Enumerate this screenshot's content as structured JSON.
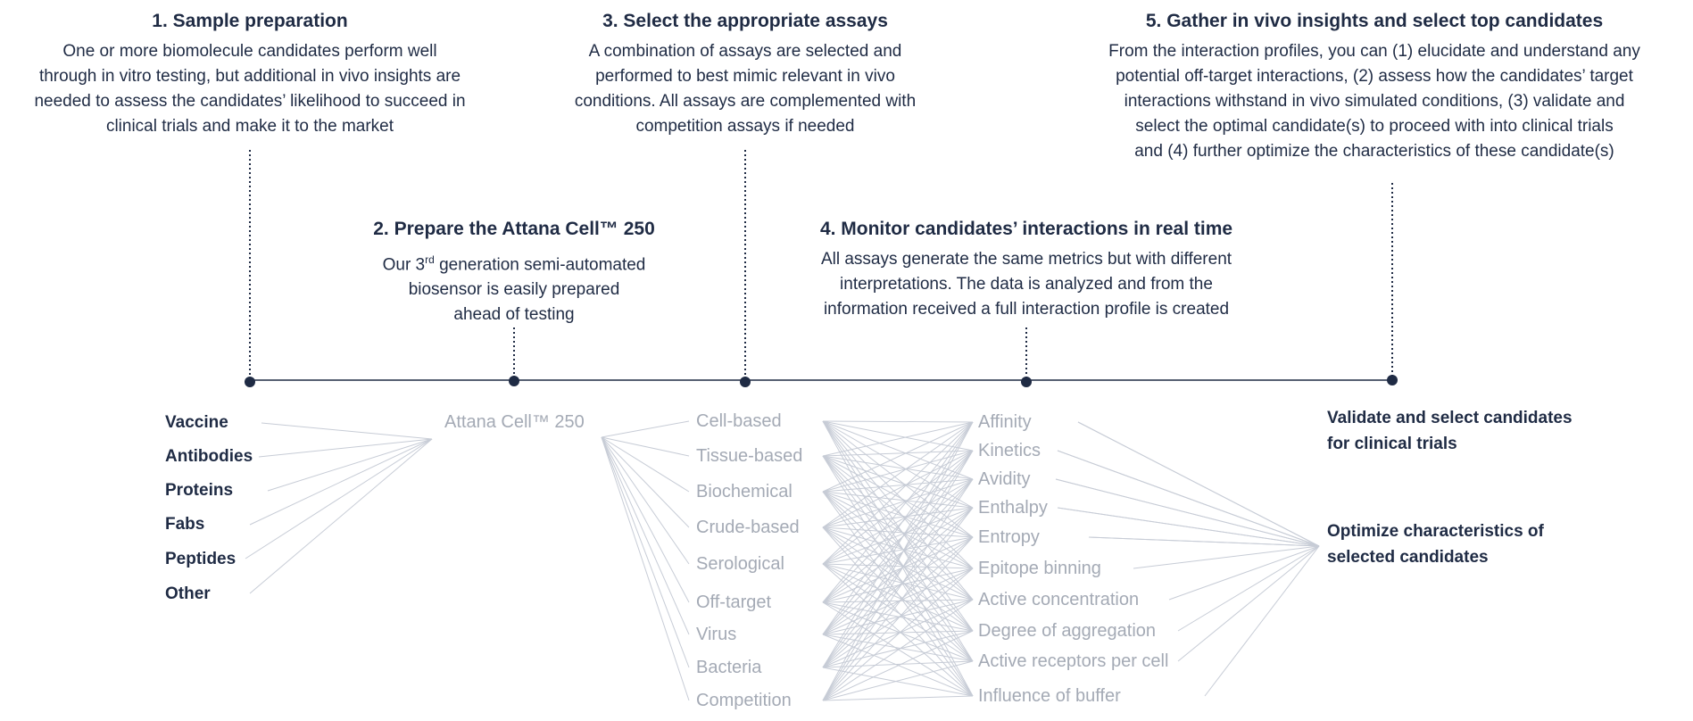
{
  "steps": [
    {
      "title": "1. Sample preparation",
      "lines": [
        "One or more biomolecule candidates perform well",
        "through in vitro testing, but additional in vivo insights are",
        "needed to assess the candidates’ likelihood to succeed in",
        "clinical trials and make it to the market"
      ]
    },
    {
      "title": "2. Prepare the Attana Cell™ 250",
      "line1_pre": "Our 3",
      "line1_sup": "rd",
      "line1_post": " generation semi-automated",
      "lines": [
        "biosensor is easily prepared",
        "ahead of testing"
      ]
    },
    {
      "title": "3. Select the appropriate assays",
      "lines": [
        "A combination of assays are selected and",
        "performed to best mimic relevant in vivo",
        "conditions. All assays are complemented with",
        "competition assays if needed"
      ]
    },
    {
      "title": "4. Monitor candidates’ interactions in real time",
      "lines": [
        "All assays generate the same metrics but with different",
        "interpretations. The data is analyzed and from the",
        "information received a full interaction profile is created"
      ]
    },
    {
      "title": "5. Gather in vivo insights and select top candidates",
      "lines": [
        "From the interaction profiles, you can (1) elucidate and understand any",
        "potential off-target interactions, (2) assess how the candidates’ target",
        "interactions withstand in vivo simulated conditions, (3) validate and",
        "select the optimal candidate(s) to proceed with into clinical trials",
        "and (4) further optimize the characteristics of these candidate(s)"
      ]
    }
  ],
  "candidates": [
    "Vaccine",
    "Antibodies",
    "Proteins",
    "Fabs",
    "Peptides",
    "Other"
  ],
  "instrument": "Attana Cell™ 250",
  "assays": [
    "Cell-based",
    "Tissue-based",
    "Biochemical",
    "Crude-based",
    "Serological",
    "Off-target",
    "Virus",
    "Bacteria",
    "Competition"
  ],
  "metrics": [
    "Affinity",
    "Kinetics",
    "Avidity",
    "Enthalpy",
    "Entropy",
    "Epitope binning",
    "Active concentration",
    "Degree of aggregation",
    "Active receptors per cell",
    "Influence of buffer"
  ],
  "outcomes": [
    {
      "lines": [
        "Validate and select candidates",
        "for clinical trials"
      ]
    },
    {
      "lines": [
        "Optimize characteristics of",
        "selected candidates"
      ]
    }
  ],
  "colors": {
    "dark": "#1f2b44",
    "muted": "#a4aab5",
    "wire": "#c7ccd6"
  }
}
